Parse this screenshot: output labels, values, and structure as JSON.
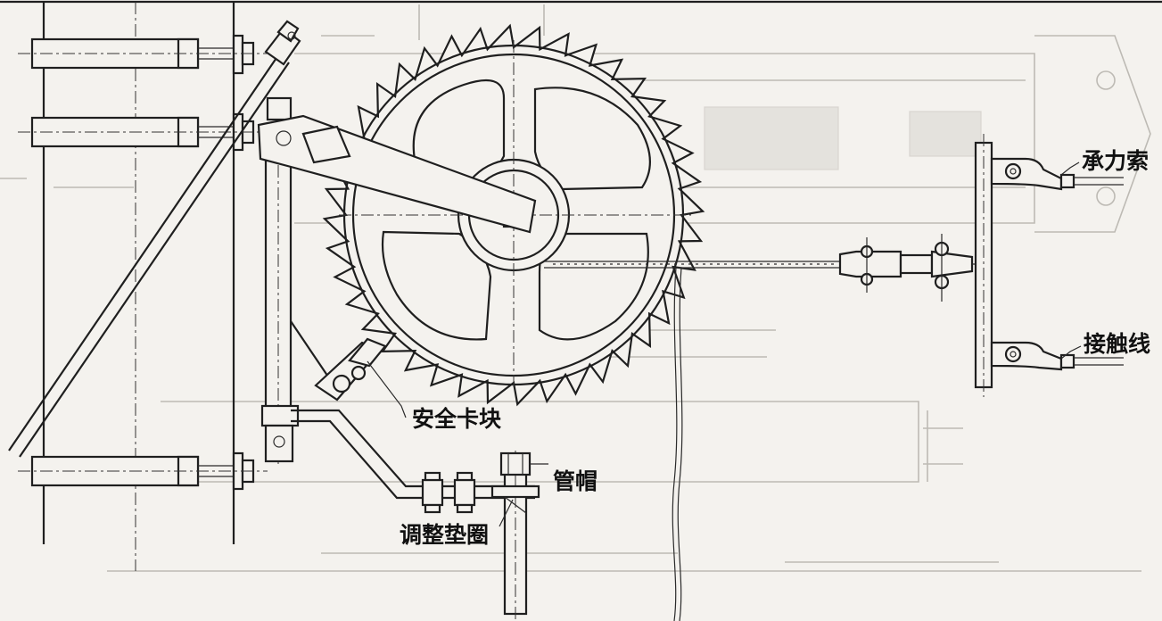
{
  "labels": {
    "safety_block": "安全卡块",
    "pipe_cap": "管帽",
    "adjust_washer": "调整垫圈",
    "messenger_wire": "承力索",
    "contact_wire": "接触线"
  },
  "colors": {
    "ink": "#1f1f1f",
    "paper": "#f4f2ee",
    "bleed_through": "#bdbab4"
  },
  "ratchet": {
    "tooth_count": 40,
    "spoke_count": 4
  }
}
